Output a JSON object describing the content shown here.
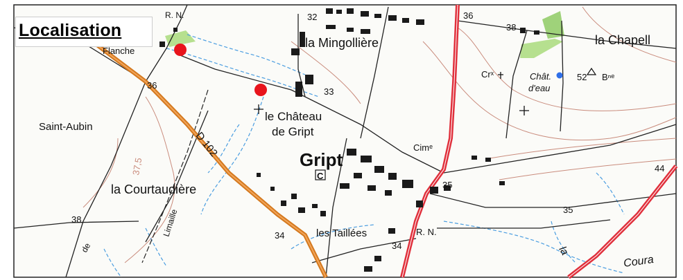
{
  "map": {
    "title": "Localisation",
    "places": {
      "mingolliere": "la Mingollière",
      "chapell": "la Chapell",
      "chateau_line1": "le Château",
      "chateau_line2": "de Gript",
      "saint_aubin": "Saint-Aubin",
      "gript": "Gript",
      "courtaudiere": "la Courtaudière",
      "taillees": "les Taillées",
      "limaille": "Limaille",
      "coura": "Coura",
      "flanche": "Flanche",
      "de": "de",
      "la_bottom": "la"
    },
    "markers": {
      "chat_line1": "Chât.",
      "chat_line2": "d'eau",
      "cim": "Cimᵉ",
      "cr": "Crˣ",
      "c_letter": "C",
      "bne": "Bⁿᵉ",
      "rn_top": "R. N.",
      "rn_bottom": "R. N."
    },
    "road_labels": {
      "d102": "D 102"
    },
    "elevations": {
      "e32": "32",
      "e36_top": "36",
      "e38_top": "38",
      "e36_left": "36",
      "e33": "33",
      "e52": "52",
      "e375": "37,5",
      "e35": "35",
      "e44": "44",
      "e35_right": "35",
      "e38_left": "38",
      "e34_left": "34",
      "e34_bottom": "34"
    },
    "colors": {
      "national_road": "#e0303c",
      "departmental_road": "#d4791f",
      "contour": "#c98b7c",
      "stream": "#4a9de0",
      "vegetation": "#9fd27a",
      "point_red": "#e8141c",
      "point_blue": "#2f6fe8"
    }
  }
}
